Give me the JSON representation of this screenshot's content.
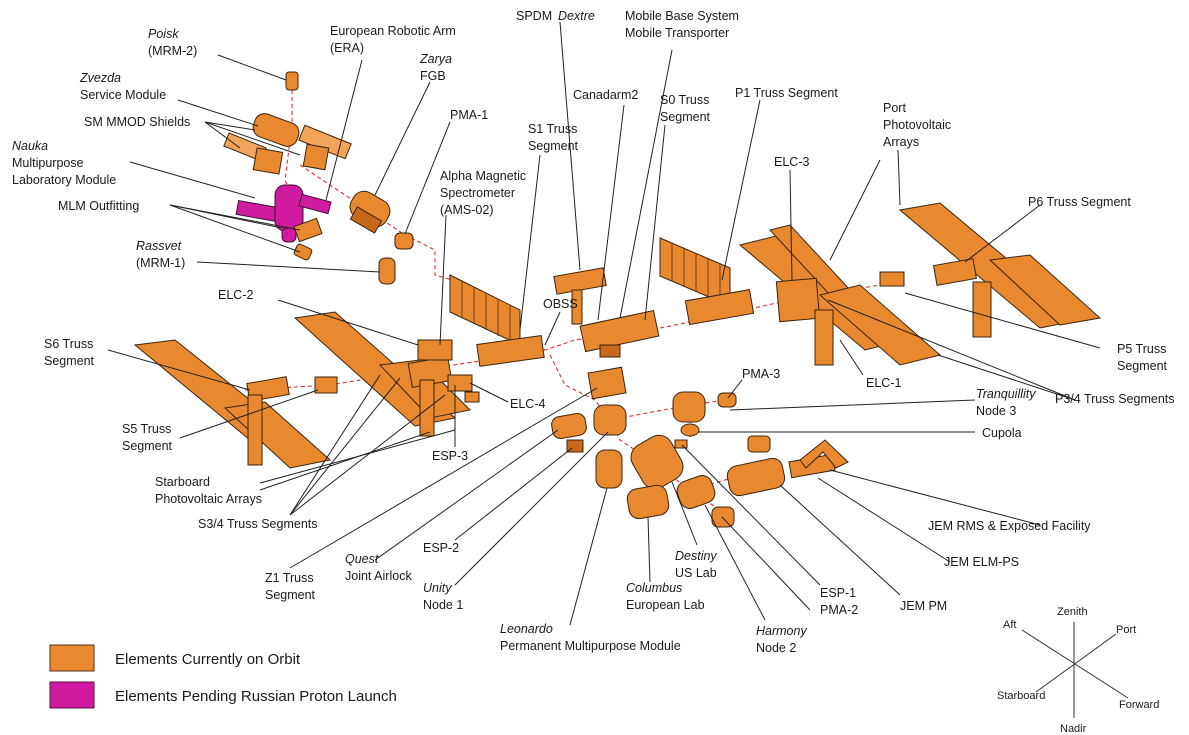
{
  "labels": {
    "poisk": {
      "name": "Poisk",
      "sub": "(MRM-2)"
    },
    "era": {
      "line1": "European Robotic Arm",
      "line2": "(ERA)"
    },
    "zarya": {
      "name": "Zarya",
      "sub": "FGB"
    },
    "zvezda": {
      "name": "Zvezda",
      "sub": "Service Module"
    },
    "sm_mmod": "SM MMOD Shields",
    "nauka": {
      "name": "Nauka",
      "line2": "Multipurpose",
      "line3": "Laboratory Module"
    },
    "mlm_outfitting": "MLM Outfitting",
    "rassvet": {
      "name": "Rassvet",
      "sub": "(MRM-1)"
    },
    "pma1": "PMA-1",
    "spdm": {
      "prefix": "SPDM",
      "name": "Dextre"
    },
    "mbs": {
      "line1": "Mobile Base System",
      "line2": "Mobile Transporter"
    },
    "canadarm2": "Canadarm2",
    "s0": {
      "line1": "S0 Truss",
      "line2": "Segment"
    },
    "s1": {
      "line1": "S1 Truss",
      "line2": "Segment"
    },
    "ams": {
      "line1": "Alpha Magnetic",
      "line2": "Spectrometer",
      "line3": "(AMS-02)"
    },
    "p1": "P1 Truss Segment",
    "elc3": "ELC-3",
    "port_pv": {
      "line1": "Port",
      "line2": "Photovoltaic",
      "line3": "Arrays"
    },
    "p6": "P6 Truss Segment",
    "elc2": "ELC-2",
    "obss": "OBSS",
    "s6": {
      "line1": "S6 Truss",
      "line2": "Segment"
    },
    "pma3": "PMA-3",
    "p5": {
      "line1": "P5 Truss",
      "line2": "Segment"
    },
    "elc1": "ELC-1",
    "elc4": "ELC-4",
    "p34": "P3/4 Truss Segments",
    "tranquillity": {
      "name": "Tranquillity",
      "sub": "Node 3"
    },
    "cupola": "Cupola",
    "s5": {
      "line1": "S5 Truss",
      "line2": "Segment"
    },
    "esp3": "ESP-3",
    "starboard_pv": {
      "line1": "Starboard",
      "line2": "Photovoltaic Arrays"
    },
    "s34": "S3/4 Truss Segments",
    "jem_rms": "JEM RMS & Exposed Facility",
    "jem_elm": "JEM ELM-PS",
    "z1": {
      "line1": "Z1 Truss",
      "line2": "Segment"
    },
    "quest": {
      "name": "Quest",
      "sub": "Joint Airlock"
    },
    "esp2": "ESP-2",
    "unity": {
      "name": "Unity",
      "sub": "Node 1"
    },
    "destiny": {
      "name": "Destiny",
      "sub": "US Lab"
    },
    "columbus": {
      "name": "Columbus",
      "sub": "European Lab"
    },
    "esp1": "ESP-1",
    "pma2": "PMA-2",
    "jem_pm": "JEM PM",
    "leonardo": {
      "name": "Leonardo",
      "sub": "Permanent Multipurpose Module"
    },
    "harmony": {
      "name": "Harmony",
      "sub": "Node 2"
    }
  },
  "legend": [
    {
      "label": "Elements Currently on Orbit",
      "color": "#e8892f"
    },
    {
      "label": "Elements Pending Russian Proton Launch",
      "color": "#d01aa0"
    }
  ],
  "axes": {
    "zenith": "Zenith",
    "aft": "Aft",
    "port": "Port",
    "starboard": "Starboard",
    "forward": "Forward",
    "nadir": "Nadir"
  }
}
